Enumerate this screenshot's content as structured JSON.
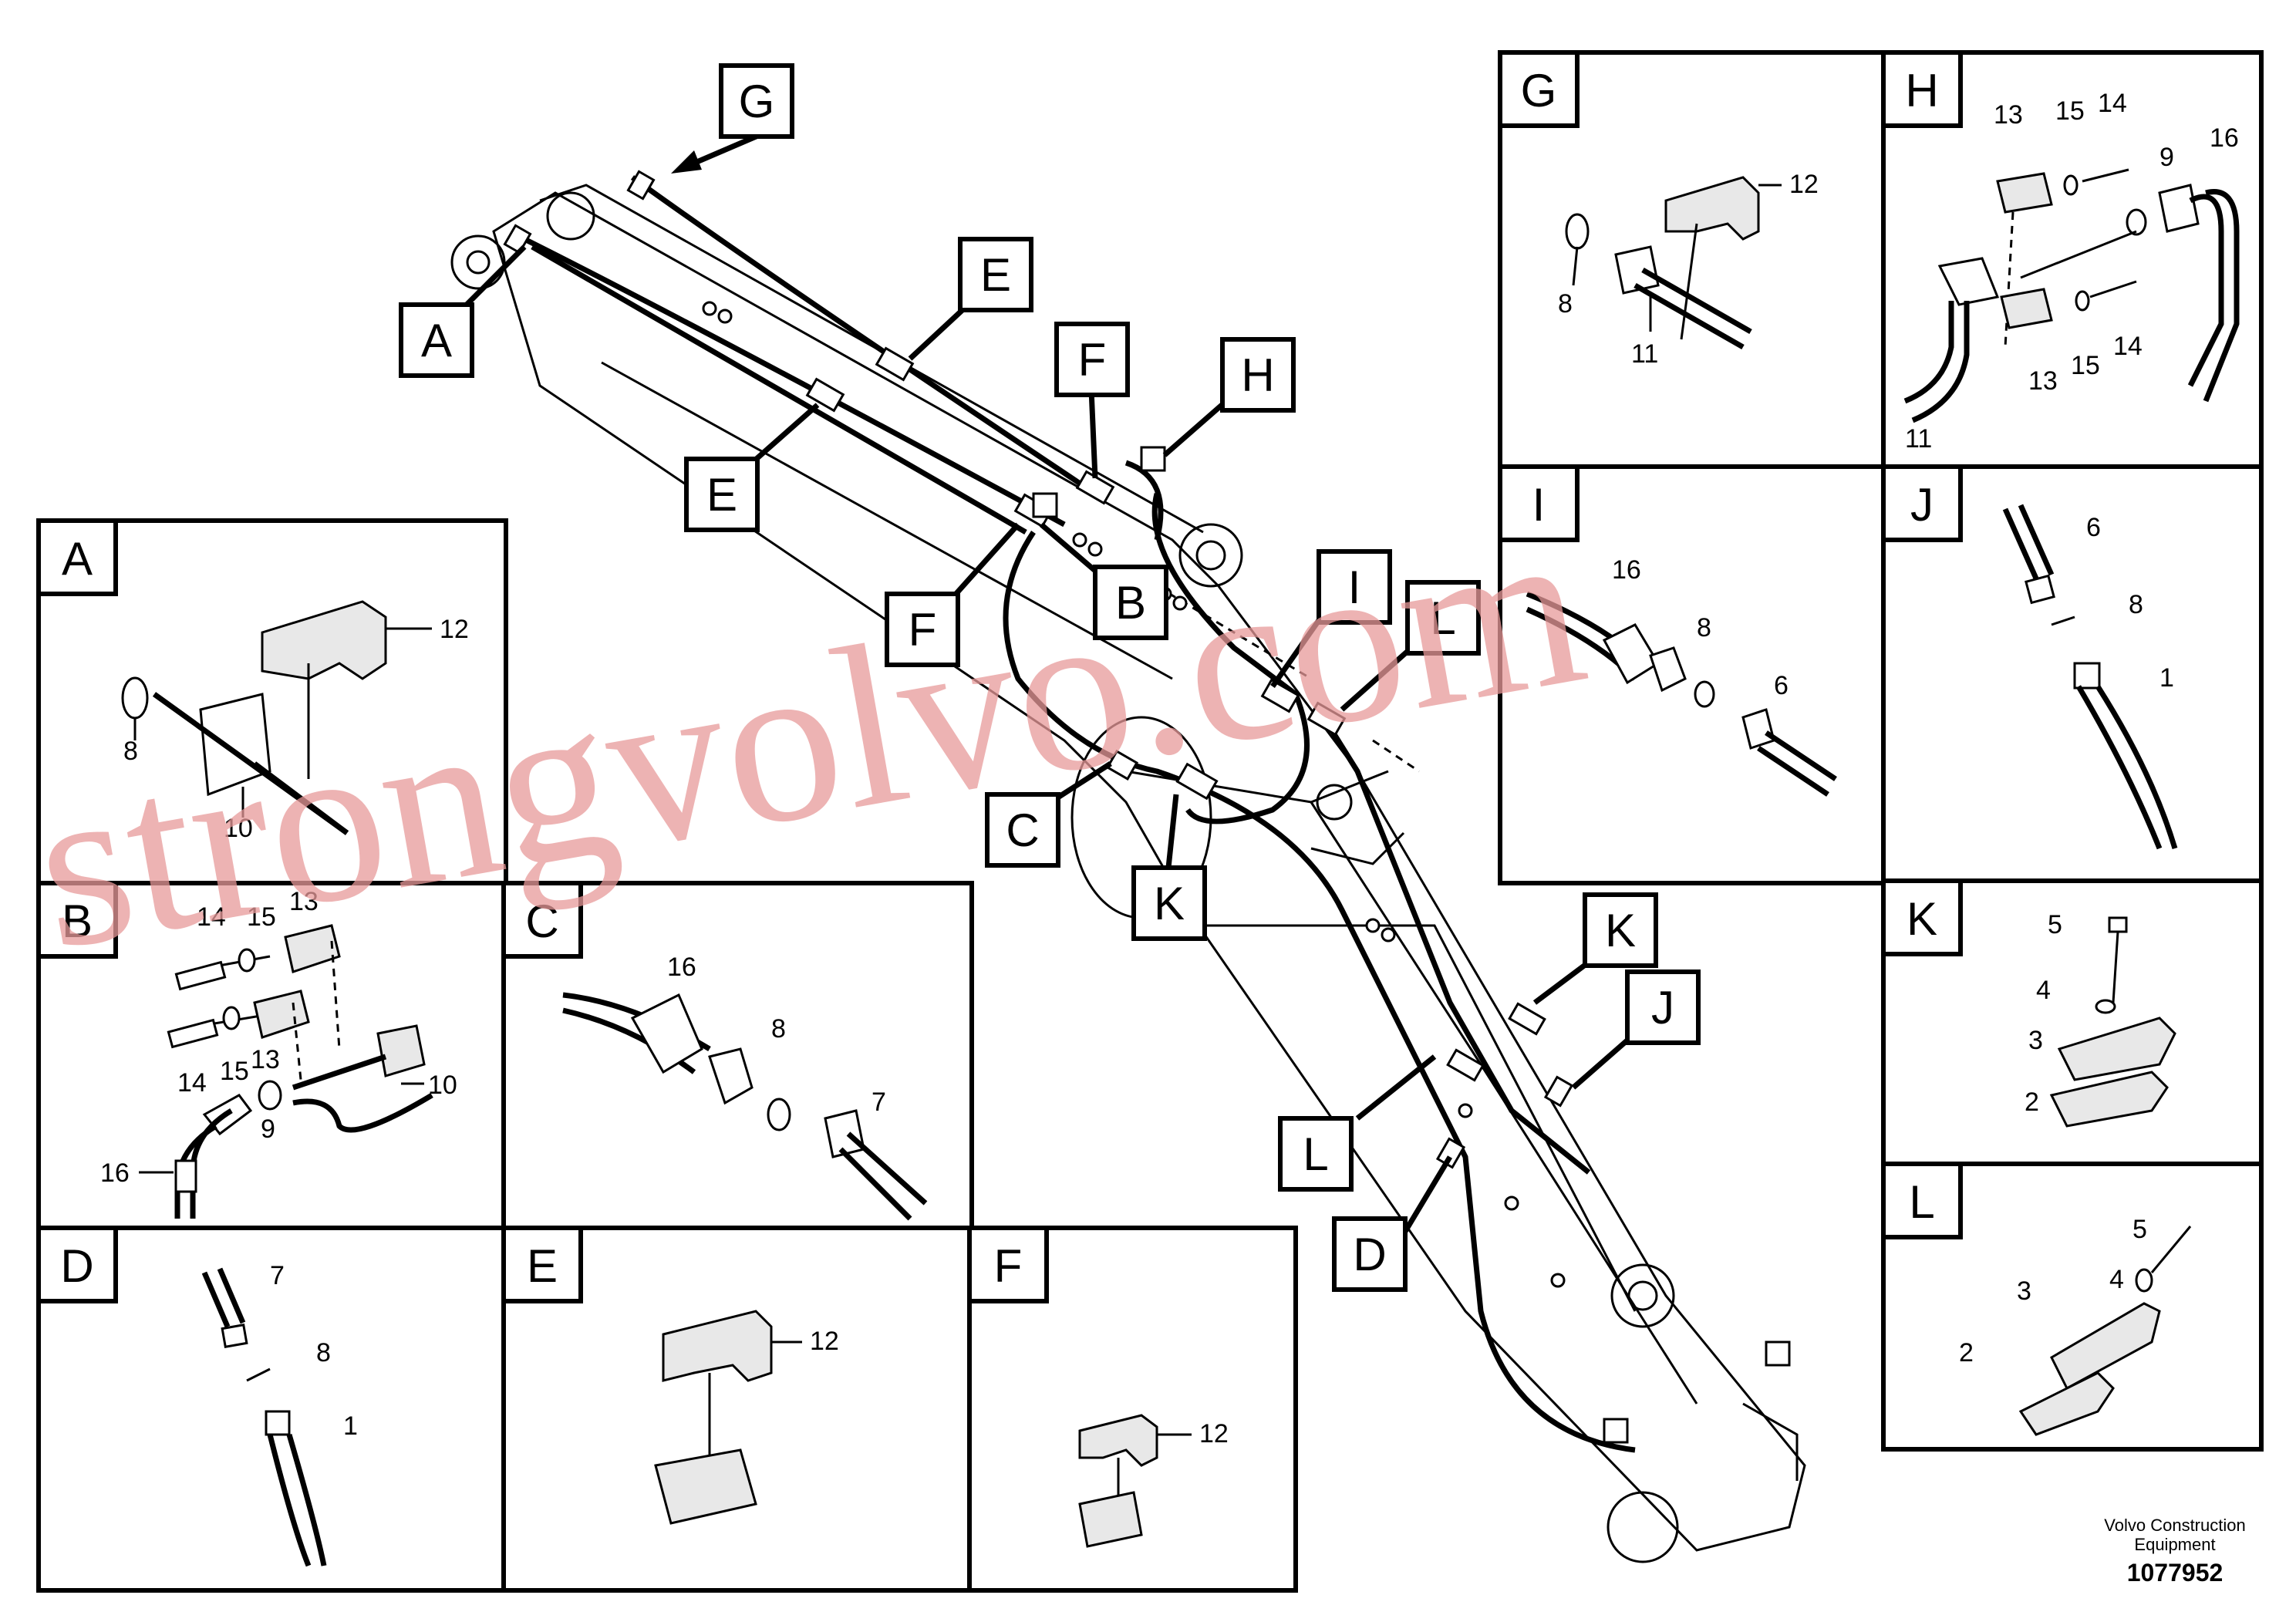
{
  "detail_letters": [
    "A",
    "B",
    "C",
    "D",
    "E",
    "F",
    "G",
    "H",
    "I",
    "J",
    "K",
    "L"
  ],
  "main_callouts": {
    "g": "G",
    "a": "A",
    "e1": "E",
    "e2": "E",
    "f1": "F",
    "f2": "F",
    "h": "H",
    "b": "B",
    "i": "I",
    "l1": "L",
    "c": "C",
    "k1": "K",
    "k2": "K",
    "j": "J",
    "l2": "L",
    "d": "D"
  },
  "panels": {
    "A": {
      "title": "A",
      "nums": [
        "12",
        "8",
        "10"
      ]
    },
    "B": {
      "title": "B",
      "nums": [
        "14",
        "15",
        "13",
        "14",
        "15",
        "13",
        "10",
        "16",
        "9"
      ]
    },
    "C": {
      "title": "C",
      "nums": [
        "16",
        "8",
        "7"
      ]
    },
    "D": {
      "title": "D",
      "nums": [
        "7",
        "8",
        "1"
      ]
    },
    "E": {
      "title": "E",
      "nums": [
        "12"
      ]
    },
    "F": {
      "title": "F",
      "nums": [
        "12"
      ]
    },
    "G": {
      "title": "G",
      "nums": [
        "12",
        "8",
        "11"
      ]
    },
    "H": {
      "title": "H",
      "nums": [
        "13",
        "15",
        "14",
        "9",
        "16",
        "11",
        "13",
        "15",
        "14"
      ]
    },
    "I": {
      "title": "I",
      "nums": [
        "16",
        "8",
        "6"
      ]
    },
    "J": {
      "title": "J",
      "nums": [
        "6",
        "8",
        "1"
      ]
    },
    "K": {
      "title": "K",
      "nums": [
        "5",
        "4",
        "3",
        "2"
      ]
    },
    "L": {
      "title": "L",
      "nums": [
        "5",
        "4",
        "3",
        "2"
      ]
    }
  },
  "footer": {
    "company_line1": "Volvo Construction",
    "company_line2": "Equipment",
    "drawing_number": "1077952"
  },
  "watermark": "strongvolvo.com"
}
